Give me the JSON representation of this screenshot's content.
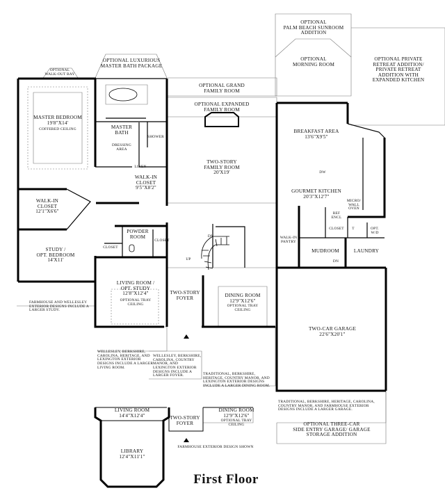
{
  "title": "First Floor",
  "rooms": {
    "palm_beach": "OPTIONAL\nPALM BEACH SUNROOM\nADDITION",
    "morning_room": "OPTIONAL\nMORNING ROOM",
    "private_retreat": "OPTIONAL PRIVATE\nRETREAT ADDITION/\nPRIVATE RETREAT\nADDITION WITH\nEXPANDED KITCHEN",
    "walkout_bay": "OPTIONAL\nWALK-OUT BAY",
    "luxurious_bath": "OPTIONAL LUXURIOUS\nMASTER BATH PACKAGE",
    "grand_family": "OPTIONAL GRAND\nFAMILY ROOM",
    "expanded_family": "OPTIONAL EXPANDED\nFAMILY ROOM",
    "master_bedroom": "MASTER BEDROOM\n19'8\"X14'",
    "coffered": "COFFERED CEILING",
    "master_bath": "MASTER\nBATH",
    "dressing": "DRESSING\nAREA",
    "shower": "SHOWER",
    "linen": "LINEN",
    "two_story_family": "TWO-STORY\nFAMILY ROOM\n20'X19'",
    "breakfast": "BREAKFAST AREA\n13'6\"X9'5\"",
    "dw": "DW",
    "gourmet_kitchen": "GOURMET KITCHEN\n20'3\"X12'7\"",
    "micro_oven": "MICRO/\nWALL\nOVEN",
    "mw_closet": "WALK-IN\nCLOSET\n9'5\"X8'2\"",
    "walkin_closet2": "WALK-IN\nCLOSET\n12'1\"X6'6\"",
    "powder": "POWDER\nROOM",
    "closet_a": "CLOSET",
    "closet_b": "CLOSET",
    "closet_c": "CLOSET",
    "ref_encl": "REF\nENCL",
    "t": "T",
    "opt_wd": "OPT.\nW/D",
    "walkin_pantry": "WALK-IN\nPANTRY",
    "mudroom": "MUDROOM",
    "laundry": "LAUNDRY",
    "dn1": "DN",
    "dn2": "DN",
    "up": "UP",
    "study": "STUDY /\nOPT. BEDROOM\n14'X11'",
    "living_room": "LIVING ROOM /\nOPT. STUDY\n12'8\"X12'4\"",
    "living_tray": "OPTIONAL TRAY\nCEILING",
    "two_story_foyer": "TWO-STORY\nFOYER",
    "dining_room": "DINING ROOM\n12'9\"X12'6\"",
    "dining_tray": "OPTIONAL TRAY\nCEILING",
    "garage": "TWO-CAR GARAGE\n22'6\"X20'1\"",
    "three_car": "OPTIONAL THREE-CAR\nSIDE ENTRY GARAGE/ GARAGE\nSTORAGE ADDITION",
    "lower_living": "LIVING ROOM\n14'4\"X12'4\"",
    "lower_foyer": "TWO-STORY\nFOYER",
    "lower_dining": "DINING ROOM\n12'9\"X12'6\"",
    "lower_dining_tray": "OPTIONAL TRAY\nCEILING",
    "library": "LIBRARY\n12'4\"X11'1\"",
    "farmhouse_shown": "FARMHOUSE EXTERIOR DESIGN SHOWN"
  },
  "notes": {
    "farmhouse_wellesley": "FARMHOUSE AND WELLESLEY\nEXTERIOR DESIGNS INCLUDE A\nLARGER STUDY.",
    "wellesley_living": "WELLESLEY, BERKSHIRE,\nCAROLINA, HERITAGE, AND\nLEXINGTON EXTERIOR\nDESIGNS INCLUDE A LARGER\nLIVING ROOM.",
    "wellesley_country": "WELLESLEY, BERKSHIRE,\nCAROLINA, COUNTRY\nMANOR, AND\nLEXINGTON EXTERIOR\nDESIGNS INCLUDE A\nLARGER FOYER.",
    "traditional_dining": "TRADITIONAL, BERKSHIRE,\nHERITAGE, COUNTRY MANOR, AND\nLEXINGTON EXTERIOR DESIGNS\nINCLUDE A LARGER DINING ROOM.",
    "traditional_garage": "TRADITIONAL, BERKSHIRE, HERITAGE, CAROLINA,\nCOUNTRY MANOR, AND FARMHOUSE EXTERIOR\nDESIGNS INCLUDE A LARGER GARAGE."
  }
}
